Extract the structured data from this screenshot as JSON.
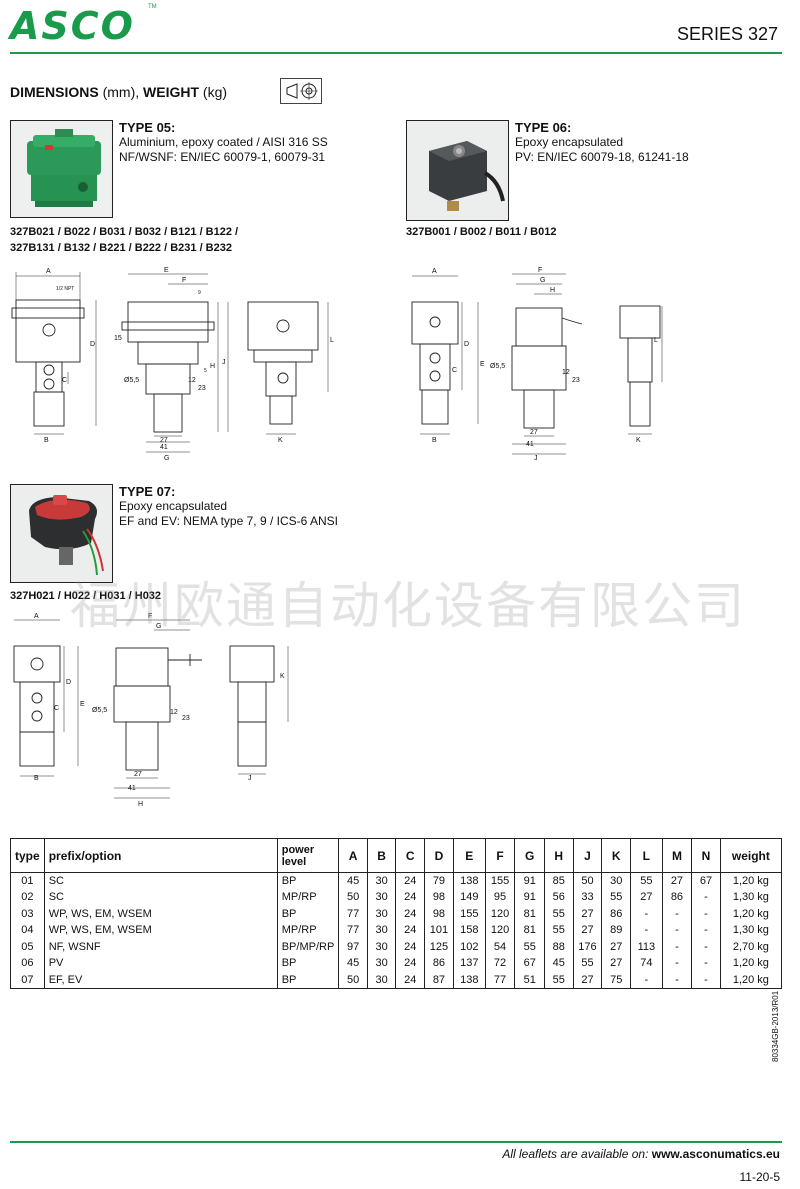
{
  "brand": {
    "logo": "ASCO",
    "tm": "TM",
    "series": "SERIES 327",
    "accent": "#1a9b4b"
  },
  "section": {
    "title_bold1": "DIMENSIONS",
    "title_unit1": " (mm), ",
    "title_bold2": "WEIGHT",
    "title_unit2": " (kg)"
  },
  "types": [
    {
      "head": "TYPE 05:",
      "line1": "Aluminium, epoxy coated / AISI 316 SS",
      "line2": "NF/WSNF:  EN/IEC 60079-1, 60079-31",
      "models1": "327B021 / B022 / B031 / B032 / B121 / B122 /",
      "models2": "327B131 / B132 / B221 / B222 / B231 / B232"
    },
    {
      "head": "TYPE 06:",
      "line1": "Epoxy encapsulated",
      "line2": "PV: EN/IEC 60079-18, 61241-18",
      "models1": "327B001 / B002 / B011 / B012"
    },
    {
      "head": "TYPE 07:",
      "line1": "Epoxy encapsulated",
      "line2": "EF and EV: NEMA type 7, 9 / ICS-6 ANSI",
      "models1": "327H021 / H022 / H031 / H032"
    }
  ],
  "dims": {
    "A": "A",
    "B": "B",
    "C": "C",
    "D": "D",
    "E": "E",
    "F": "F",
    "G": "G",
    "H": "H",
    "J": "J",
    "K": "K",
    "L": "L",
    "npt": "1/2 NPT",
    "d15": "15",
    "d9": "9",
    "d5": "5",
    "d55": "Ø5,5",
    "d12": "12",
    "d23": "23",
    "d27": "27",
    "d41": "41"
  },
  "watermark": "福州欧通自动化设备有限公司",
  "table": {
    "headers": [
      "type",
      "prefix/option",
      "power level",
      "A",
      "B",
      "C",
      "D",
      "E",
      "F",
      "G",
      "H",
      "J",
      "K",
      "L",
      "M",
      "N",
      "weight"
    ],
    "rows": [
      [
        "01",
        "SC",
        "BP",
        "45",
        "30",
        "24",
        "79",
        "138",
        "155",
        "91",
        "85",
        "50",
        "30",
        "55",
        "27",
        "67",
        "1,20 kg"
      ],
      [
        "02",
        "SC",
        "MP/RP",
        "50",
        "30",
        "24",
        "98",
        "149",
        "95",
        "91",
        "56",
        "33",
        "55",
        "27",
        "86",
        "-",
        "1,30 kg"
      ],
      [
        "03",
        "WP, WS, EM, WSEM",
        "BP",
        "77",
        "30",
        "24",
        "98",
        "155",
        "120",
        "81",
        "55",
        "27",
        "86",
        "-",
        "-",
        "-",
        "1,20 kg"
      ],
      [
        "04",
        "WP, WS, EM, WSEM",
        "MP/RP",
        "77",
        "30",
        "24",
        "101",
        "158",
        "120",
        "81",
        "55",
        "27",
        "89",
        "-",
        "-",
        "-",
        "1,30 kg"
      ],
      [
        "05",
        "NF, WSNF",
        "BP/MP/RP",
        "97",
        "30",
        "24",
        "125",
        "102",
        "54",
        "55",
        "88",
        "176",
        "27",
        "113",
        "-",
        "-",
        "2,70 kg"
      ],
      [
        "06",
        "PV",
        "BP",
        "45",
        "30",
        "24",
        "86",
        "137",
        "72",
        "67",
        "45",
        "55",
        "27",
        "74",
        "-",
        "-",
        "1,20 kg"
      ],
      [
        "07",
        "EF, EV",
        "BP",
        "50",
        "30",
        "24",
        "87",
        "138",
        "77",
        "51",
        "55",
        "27",
        "75",
        "-",
        "-",
        "-",
        "1,20 kg"
      ]
    ]
  },
  "footer": {
    "code": "80334GB-2013/R01",
    "note": "All leaflets are available on: ",
    "url": "www.asconumatics.eu",
    "page": "11-20-5"
  }
}
